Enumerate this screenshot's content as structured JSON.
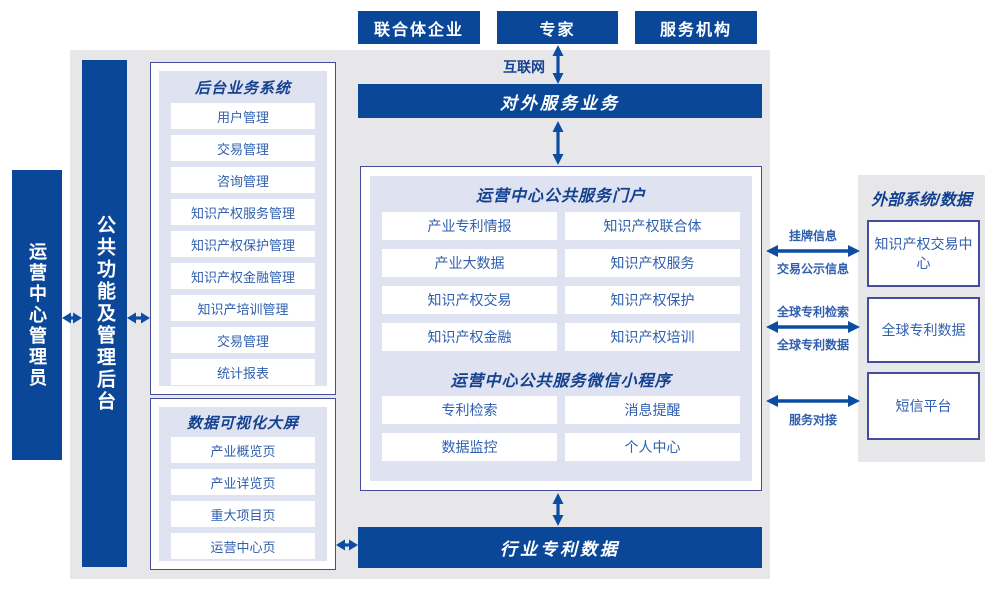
{
  "diagram": {
    "top_actors": {
      "a0": "联合体企业",
      "a1": "专家",
      "a2": "服务机构"
    },
    "internet_label": "互联网",
    "external_service_bar": "对外服务业务",
    "industry_patent_bar": "行业专利数据",
    "admin_box": "运营中心管理员",
    "backend_bar": "公共功能及管理后台",
    "backend_system": {
      "title": "后台业务系统",
      "items": [
        "用户管理",
        "交易管理",
        "咨询管理",
        "知识产权服务管理",
        "知识产权保护管理",
        "知识产权金融管理",
        "知识产培训管理",
        "交易管理",
        "统计报表"
      ]
    },
    "dataviz": {
      "title": "数据可视化大屏",
      "items": [
        "产业概览页",
        "产业详览页",
        "重大项目页",
        "运营中心页"
      ]
    },
    "portal": {
      "title": "运营中心公共服务门户",
      "items": [
        "产业专利情报",
        "知识产权联合体",
        "产业大数据",
        "知识产权服务",
        "知识产权交易",
        "知识产权保护",
        "知识产权金融",
        "知识产权培训"
      ]
    },
    "miniprogram": {
      "title": "运营中心公共服务微信小程序",
      "items": [
        "专利检索",
        "消息提醒",
        "数据监控",
        "个人中心"
      ]
    },
    "external": {
      "title": "外部系统/数据",
      "systems": [
        "知识产权交易中心",
        "全球专利数据",
        "短信平台"
      ],
      "links": {
        "l1_top": "挂牌信息",
        "l1_bottom": "交易公示信息",
        "l2_top": "全球专利检索",
        "l2_bottom": "全球专利数据",
        "l3_bottom": "服务对接"
      }
    },
    "colors": {
      "primary_blue": "#0b4799",
      "arrow_blue": "#0b4da0",
      "inner_panel": "#dfe2f0",
      "background_gray": "#e7e7e9",
      "border": "#454c9c",
      "item_text": "#2f5fae",
      "header_text": "#13418f"
    }
  }
}
